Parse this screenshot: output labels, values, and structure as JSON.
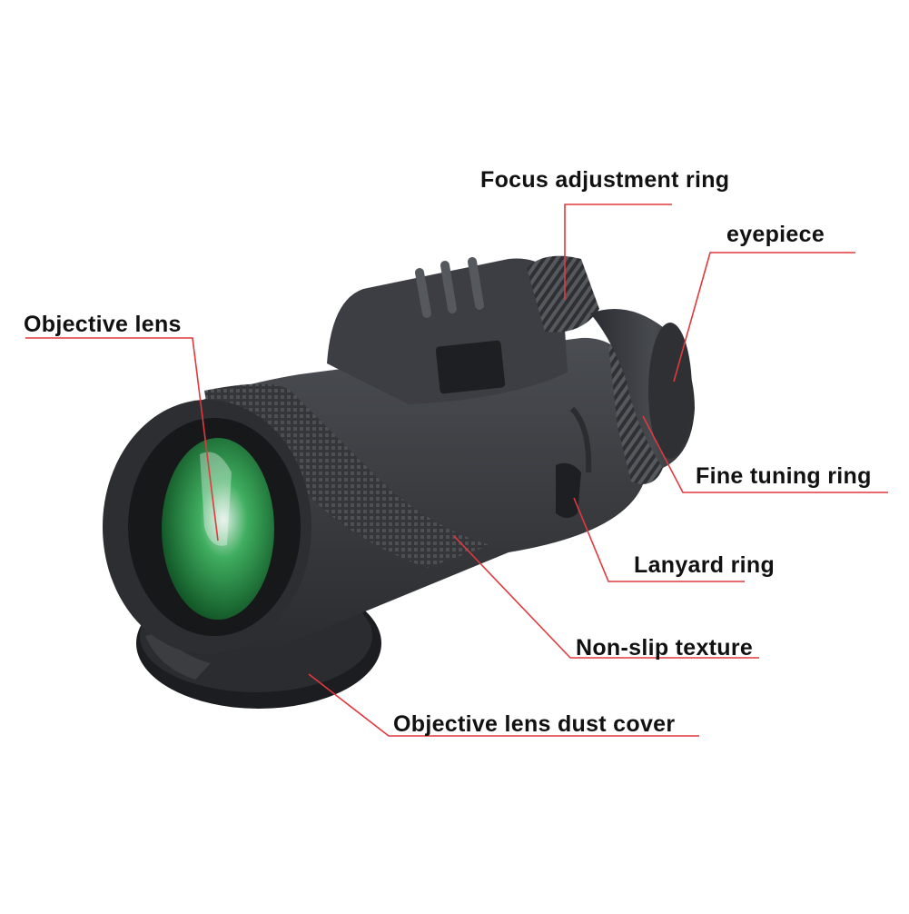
{
  "labels": {
    "focus_ring": "Focus adjustment ring",
    "eyepiece": "eyepiece",
    "objective_lens": "Objective lens",
    "fine_tuning_ring": "Fine tuning ring",
    "lanyard_ring": "Lanyard ring",
    "non_slip_texture": "Non-slip texture",
    "dust_cover": "Objective lens dust cover"
  },
  "colors": {
    "leader_line": "#e0393e",
    "label_text": "#111111",
    "body": "#3a3c40",
    "lens_green": "#1f8a3a"
  }
}
